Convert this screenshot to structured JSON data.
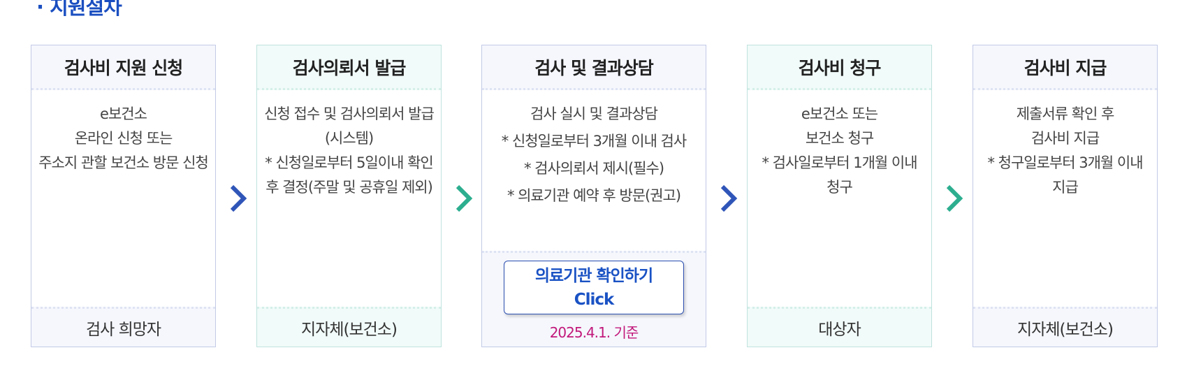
{
  "section_title": "· 지원절차",
  "steps": [
    {
      "title": "검사비 지원 신청",
      "lines": [
        "e보건소",
        "온라인 신청 또는",
        "주소지 관할 보건소 방문 신청"
      ],
      "actor": "검사 희망자"
    },
    {
      "title": "검사의뢰서 발급",
      "lines": [
        "신청 접수 및 검사의뢰서 발급",
        "(시스템)",
        "* 신청일로부터 5일이내 확인",
        "후 결정(주말 및 공휴일 제외)"
      ],
      "actor": "지자체(보건소)"
    },
    {
      "title": "검사 및 결과상담",
      "lines": [
        "검사 실시 및 결과상담",
        "* 신청일로부터 3개월 이내 검사",
        "* 검사의뢰서 제시(필수)",
        "* 의료기관 예약 후 방문(권고)"
      ],
      "button_line1": "의료기관 확인하기",
      "button_line2": "Click",
      "note": "2025.4.1. 기준"
    },
    {
      "title": "검사비 청구",
      "lines": [
        "e보건소 또는",
        "보건소 청구",
        "* 검사일로부터 1개월 이내",
        "청구"
      ],
      "actor": "대상자"
    },
    {
      "title": "검사비 지급",
      "lines": [
        "제출서류 확인 후",
        "검사비 지급",
        "* 청구일로부터 3개월 이내",
        "지급"
      ],
      "actor": "지자체(보건소)"
    }
  ],
  "colors": {
    "title_blue": "#1a4ec0",
    "arrow_blue": "#2f55b8",
    "arrow_green": "#2cae8f",
    "note_magenta": "#c2187a"
  },
  "icons": [
    "chevron-right-icon"
  ]
}
